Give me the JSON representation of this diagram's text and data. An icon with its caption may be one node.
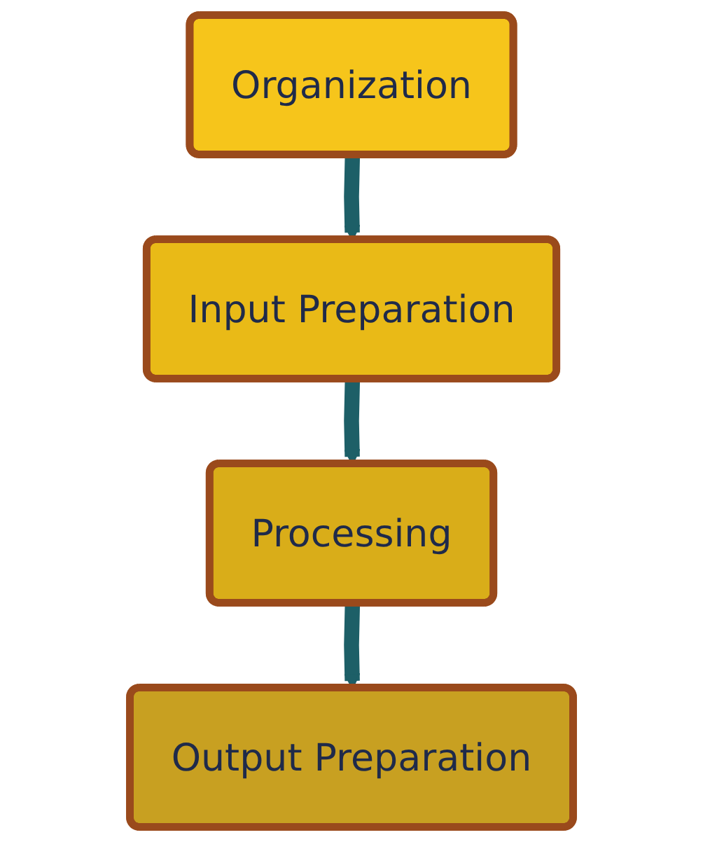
{
  "diagram": {
    "nodes": [
      {
        "text": [
          "Organization"
        ]
      },
      {
        "text": [
          "Input Preparation"
        ]
      },
      {
        "text": [
          "Processing"
        ]
      },
      {
        "text": [
          "Output Preparation"
        ]
      }
    ],
    "edges": [
      {
        "from": 0,
        "to": 1,
        "arrow": "to"
      },
      {
        "from": 1,
        "to": 2,
        "arrow": "to"
      },
      {
        "from": 2,
        "to": 3,
        "arrow": "to"
      }
    ]
  }
}
